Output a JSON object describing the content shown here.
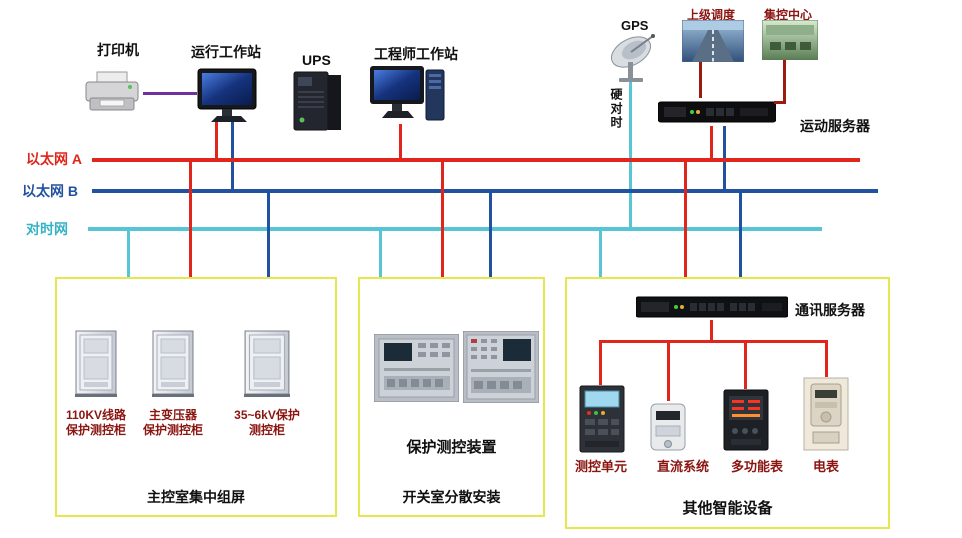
{
  "colors": {
    "ethernet_a": "#e0251c",
    "ethernet_b": "#2152a0",
    "time_sync": "#58c5d6",
    "time_sync_label": "#35b2c6",
    "printer_link": "#7030a0",
    "uplink": "#9b1b10",
    "box_border": "#e6e74e",
    "label_maroon": "#8b1510"
  },
  "nodes": {
    "printer": "打印机",
    "operator_workstation": "运行工作站",
    "ups": "UPS",
    "engineer_workstation": "工程师工作站",
    "gps": "GPS",
    "superior_dispatch": "上级调度",
    "central_control": "集控中心",
    "telecontrol_server": "运动服务器",
    "hard_time_sync": "硬对时"
  },
  "buses": {
    "ethernet_a": "以太网 A",
    "ethernet_b": "以太网 B",
    "time_sync": "对时网"
  },
  "main_control_room": {
    "cabinets": [
      {
        "label": "110KV线路\n保护测控柜"
      },
      {
        "label": "主变压器\n保护测控柜"
      },
      {
        "label": "35~6kV保护\n测控柜"
      }
    ],
    "caption": "主控室集中组屏"
  },
  "switchgear_room": {
    "device_label": "保护测控装置",
    "caption": "开关室分散安装"
  },
  "other_devices": {
    "comm_server": "通讯服务器",
    "devices": [
      {
        "label": "测控单元"
      },
      {
        "label": "直流系统"
      },
      {
        "label": "多功能表"
      },
      {
        "label": "电表"
      }
    ],
    "caption": "其他智能设备"
  }
}
